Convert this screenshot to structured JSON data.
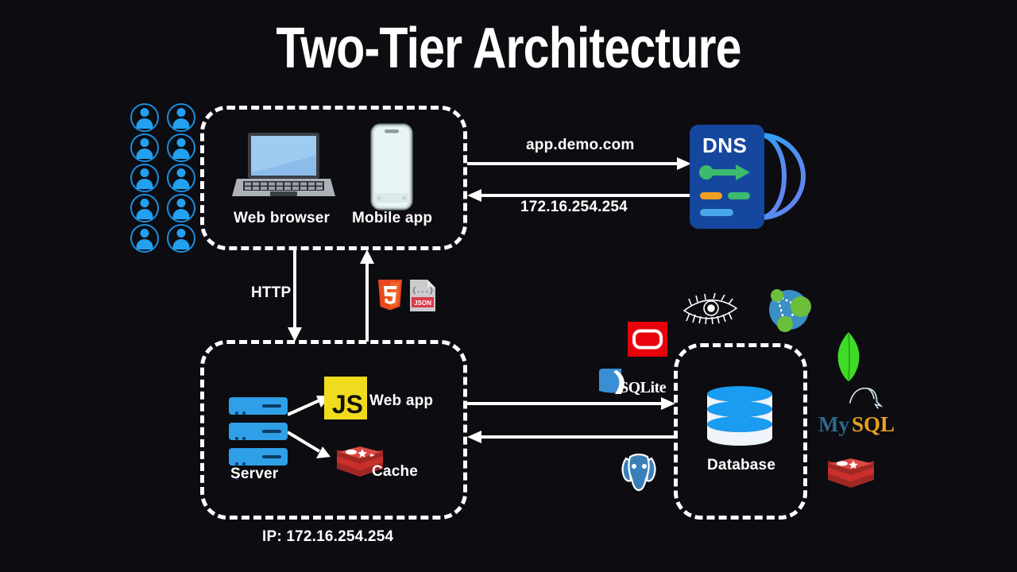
{
  "title": "Two-Tier Architecture",
  "background_color": "#0c0c11",
  "accent_colors": {
    "dashed_border": "#ffffff",
    "user_blue": "#22a1f0",
    "dns_blue": "#16479f",
    "js_yellow": "#f0db1e",
    "redis_red": "#c9302c",
    "oracle_red": "#e8000b",
    "mongo_green": "#3fdb26",
    "postgres_blue": "#2f6fa8"
  },
  "client_tier": {
    "box_name": "client-tier",
    "users_icon": "user-icon",
    "users_count": 10,
    "devices": [
      {
        "icon": "laptop-icon",
        "label": "Web browser"
      },
      {
        "icon": "mobile-phone-icon",
        "label": "Mobile app"
      }
    ]
  },
  "dns": {
    "card_label": "DNS",
    "globe_icon": "globe-icon",
    "request_label": "app.demo.com",
    "response_label": "172.16.254.254"
  },
  "connections": {
    "client_to_server": "HTTP",
    "payload_icons": [
      {
        "icon": "html5-icon",
        "label": "5"
      },
      {
        "icon": "json-file-icon",
        "label": "JSON"
      }
    ]
  },
  "server_tier": {
    "box_name": "application-tier",
    "server_icon": "server-rack-icon",
    "server_label": "Server",
    "components": [
      {
        "icon": "javascript-icon",
        "icon_text": "JS",
        "label": "Web app"
      },
      {
        "icon": "redis-icon",
        "label": "Cache"
      }
    ],
    "ip_label": "IP: 172.16.254.254"
  },
  "data_tier": {
    "box_name": "data-tier",
    "database_icon": "database-cylinder-icon",
    "database_label": "Database",
    "vendor_logos": [
      {
        "name": "oracle-icon",
        "text": ""
      },
      {
        "name": "sql-server-icon",
        "text": ""
      },
      {
        "name": "neo4j-icon",
        "text": ""
      },
      {
        "name": "sqlite-icon",
        "text": "SQLite"
      },
      {
        "name": "postgresql-icon",
        "text": ""
      },
      {
        "name": "mongodb-icon",
        "text": ""
      },
      {
        "name": "mysql-icon",
        "text_primary": "My",
        "text_secondary": "SQL"
      },
      {
        "name": "redis-icon",
        "text": ""
      }
    ]
  }
}
